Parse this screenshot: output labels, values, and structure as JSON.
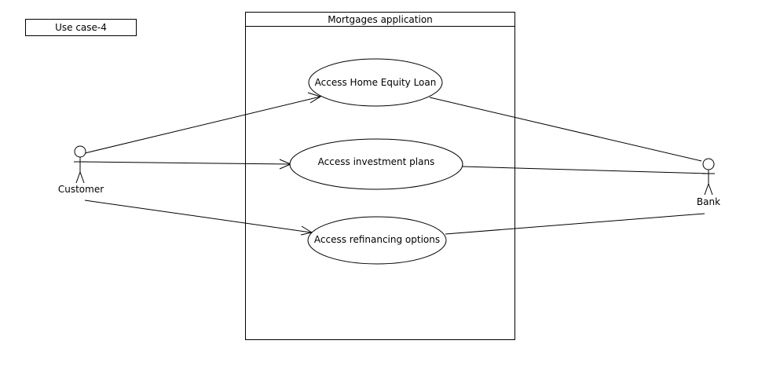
{
  "diagram": {
    "title_box": "Use case-4",
    "system_boundary": "Mortgages application",
    "actors": {
      "customer": "Customer",
      "bank": "Bank"
    },
    "use_cases": {
      "home_equity": "Access Home Equity Loan",
      "investment": "Access investment plans",
      "refinancing": "Access refinancing options"
    }
  }
}
